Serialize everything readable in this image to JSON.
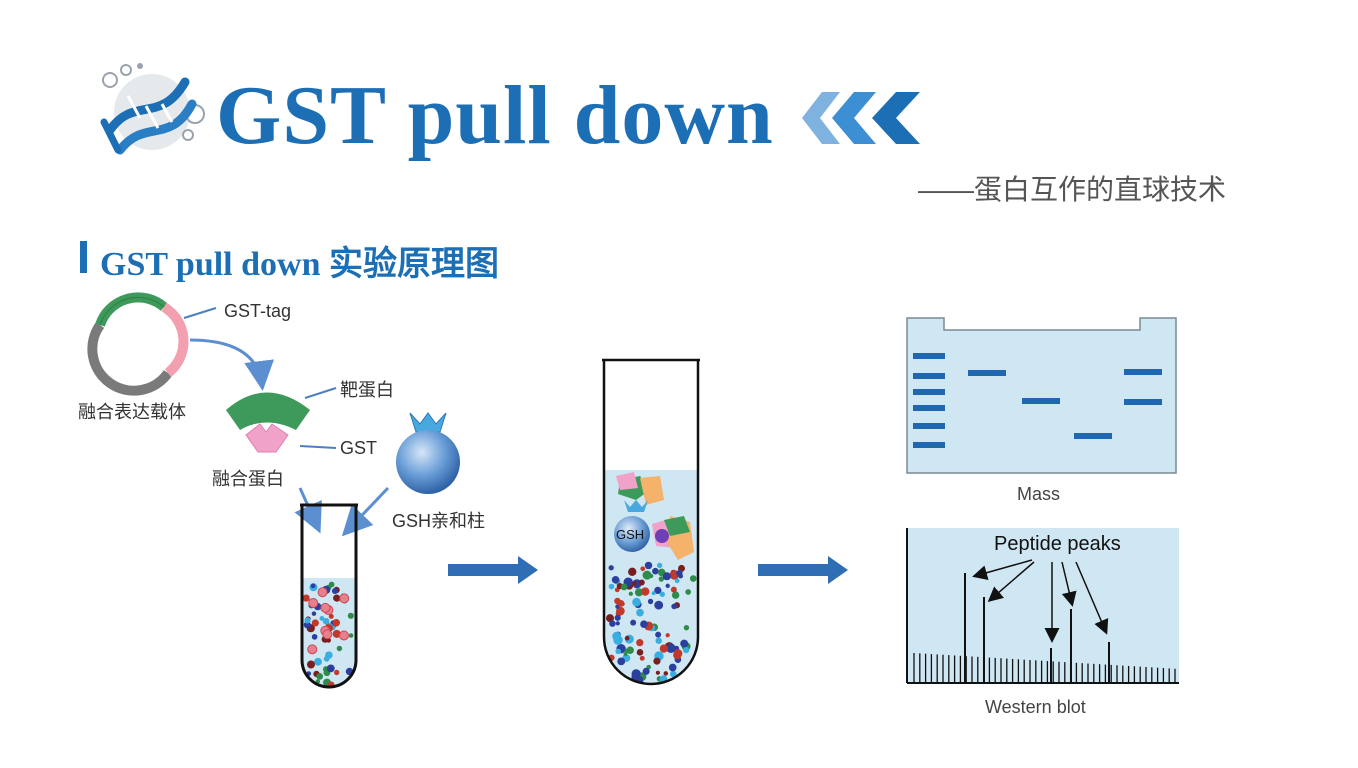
{
  "header": {
    "title": "GST pull down",
    "subtitle": "——蛋白互作的直球技术"
  },
  "section": {
    "title": "GST pull down 实验原理图"
  },
  "diagram": {
    "labels": {
      "gst_tag": "GST-tag",
      "vector": "融合表达载体",
      "target_protein": "靶蛋白",
      "gst": "GST",
      "fusion_protein": "融合蛋白",
      "gsh_column": "GSH亲和柱",
      "gsh": "GSH"
    },
    "gel": {
      "caption": "Mass"
    },
    "blot": {
      "caption": "Western blot",
      "peaks_label": "Peptide peaks"
    }
  },
  "colors": {
    "primary_blue": "#1d6fb5",
    "plasmid_green": "#3e9a5a",
    "plasmid_pink": "#f2a0b0",
    "gel_bg": "#cfe6f3",
    "band": "#1f67b0"
  },
  "icons": [
    "dna-icon",
    "double-chevron-left-icon",
    "arrow-right-icon"
  ]
}
